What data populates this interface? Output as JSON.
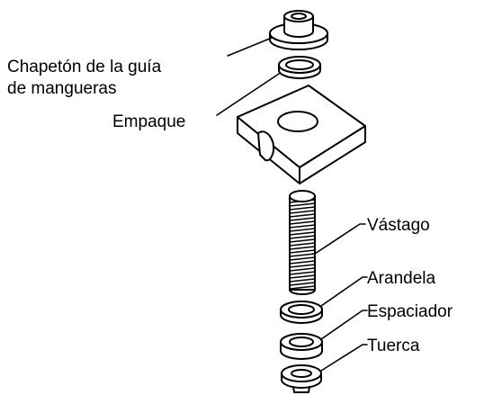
{
  "labels": {
    "chapeton_line1": "Chapetón de la guía",
    "chapeton_line2": "de mangueras",
    "empaque": "Empaque",
    "vastago": "Vástago",
    "arandela": "Arandela",
    "espaciador": "Espaciador",
    "tuerca": "Tuerca"
  }
}
